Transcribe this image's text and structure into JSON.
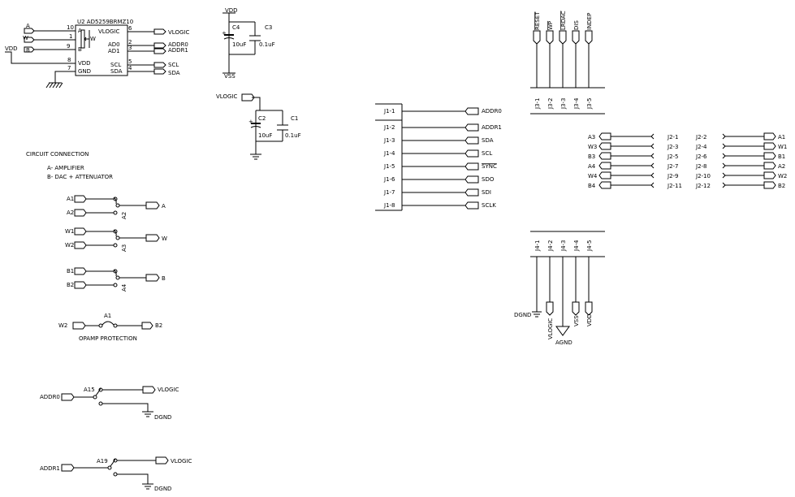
{
  "u2": {
    "title": "U2  AD5259BRMZ10",
    "pins_left": [
      {
        "num": "10",
        "name": "A",
        "net": "A"
      },
      {
        "num": "1",
        "name": "W",
        "net": "W"
      },
      {
        "num": "9",
        "name": "B",
        "net": "B"
      },
      {
        "num": "8",
        "name": "VDD",
        "net": "VDD"
      },
      {
        "num": "7",
        "name": "GND",
        "net": ""
      }
    ],
    "pins_right": [
      {
        "num": "6",
        "name": "VLOGIC",
        "net": "VLOGIC"
      },
      {
        "num": "2",
        "name": "AD0",
        "net": "ADDR0"
      },
      {
        "num": "3",
        "name": "AD1",
        "net": "ADDR1"
      },
      {
        "num": "5",
        "name": "SCL",
        "net": "SCL"
      },
      {
        "num": "4",
        "name": "SDA",
        "net": "SDA"
      }
    ]
  },
  "caps_top": {
    "net_top": "VDD",
    "net_bottom": "VSS",
    "c_polar": "C4",
    "c_polar_val": "10uF",
    "c_cer": "C3",
    "c_cer_val": "0.1uF"
  },
  "caps_mid": {
    "net_top": "VLOGIC",
    "c_polar": "C2",
    "c_polar_val": "10uF",
    "c_cer": "C1",
    "c_cer_val": "0.1uF"
  },
  "notes": {
    "heading": "CIRCUIT CONNECTION",
    "line1": "A- AMPLIFIER",
    "line2": "B- DAC + ATTENUATOR"
  },
  "links": [
    {
      "in1": "A1",
      "in2": "A2",
      "id": "A2",
      "out": "A"
    },
    {
      "in1": "W1",
      "in2": "W2",
      "id": "A3",
      "out": "W"
    },
    {
      "in1": "B1",
      "in2": "B2",
      "id": "A4",
      "out": "B"
    }
  ],
  "opamp": {
    "left": "W2",
    "id": "A1",
    "right": "B2",
    "caption": "OPAMP PROTECTION"
  },
  "addr_links": [
    {
      "in": "ADDR0",
      "id": "A15",
      "up": "VLOGIC",
      "down": "DGND"
    },
    {
      "in": "ADDR1",
      "id": "A19",
      "up": "VLOGIC",
      "down": "DGND"
    }
  ],
  "j1": {
    "pins": [
      {
        "pin": "J1-1",
        "net": "ADDR0",
        "overline": false
      },
      {
        "pin": "J1-2",
        "net": "ADDR1",
        "overline": false
      },
      {
        "pin": "J1-3",
        "net": "SDA",
        "overline": false
      },
      {
        "pin": "J1-4",
        "net": "SCL",
        "overline": false
      },
      {
        "pin": "J1-5",
        "net": "SYNC",
        "overline": true
      },
      {
        "pin": "J1-6",
        "net": "SDO",
        "overline": false
      },
      {
        "pin": "J1-7",
        "net": "SDI",
        "overline": false
      },
      {
        "pin": "J1-8",
        "net": "SCLK",
        "overline": false
      }
    ]
  },
  "j3": {
    "pins": [
      {
        "pin": "J3-1",
        "net": "RESET",
        "overline": true
      },
      {
        "pin": "J3-2",
        "net": "WP",
        "overline": true
      },
      {
        "pin": "J3-3",
        "net": "LRDAC",
        "overline": true
      },
      {
        "pin": "J3-4",
        "net": "DIS",
        "overline": false
      },
      {
        "pin": "J3-5",
        "net": "INDEP",
        "overline": false
      }
    ]
  },
  "j2": {
    "rows": [
      {
        "left_net": "A3",
        "left_pin": "J2-1",
        "right_pin": "J2-2",
        "right_net": "A1"
      },
      {
        "left_net": "W3",
        "left_pin": "J2-3",
        "right_pin": "J2-4",
        "right_net": "W1"
      },
      {
        "left_net": "B3",
        "left_pin": "J2-5",
        "right_pin": "J2-6",
        "right_net": "B1"
      },
      {
        "left_net": "A4",
        "left_pin": "J2-7",
        "right_pin": "J2-8",
        "right_net": "A2"
      },
      {
        "left_net": "W4",
        "left_pin": "J2-9",
        "right_pin": "J2-10",
        "right_net": "W2"
      },
      {
        "left_net": "B4",
        "left_pin": "J2-11",
        "right_pin": "J2-12",
        "right_net": "B2"
      }
    ]
  },
  "j4": {
    "pins": [
      "J4-1",
      "J4-2",
      "J4-3",
      "J4-4",
      "J4-5"
    ],
    "nets": [
      "DGND",
      "VLOGIC",
      "AGND",
      "VSS",
      "VDD"
    ]
  }
}
